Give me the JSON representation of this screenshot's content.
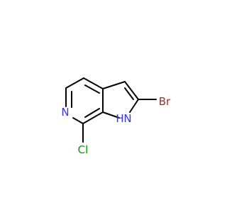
{
  "molecule": {
    "atoms": {
      "N_pyridine": "N",
      "N_pyrrole": "N",
      "N_pyrrole_h": "H",
      "Br": "Br",
      "Cl": "Cl"
    },
    "colors": {
      "bond": "#000000",
      "nitrogen": "#3333ff",
      "bromine": "#a52a2a",
      "chlorine": "#00a000"
    }
  }
}
